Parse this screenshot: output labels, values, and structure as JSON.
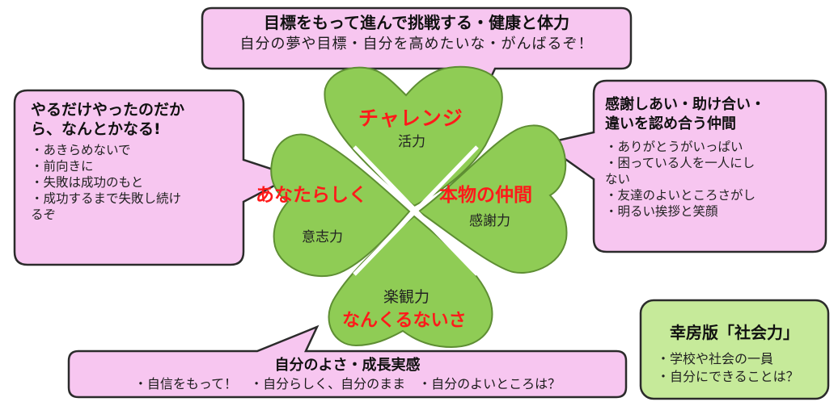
{
  "clover": {
    "top": {
      "keyword": "チャレンジ",
      "power": "活力"
    },
    "right": {
      "keyword": "本物の仲間",
      "power": "感謝力"
    },
    "left": {
      "keyword": "あなたらしく",
      "power": "意志力"
    },
    "bottom": {
      "keyword": "なんくるないさ",
      "power": "楽観力"
    }
  },
  "bubbles": {
    "top": {
      "title": "目標をもって進んで挑戦する・健康と体力",
      "sub": "自分の夢や目標・自分を高めたいな・がんばるぞ！"
    },
    "left": {
      "title_lines": [
        "やるだけやったのだか",
        "ら、なんとかなる!"
      ],
      "items": [
        "・あきらめないで",
        "・前向きに",
        "・失敗は成功のもと",
        "・成功するまで失敗し続け",
        "るぞ"
      ]
    },
    "right": {
      "title_lines": [
        "感謝しあい・助け合い・",
        "違いを認め合う仲間"
      ],
      "items": [
        "・ありがとうがいっぱい",
        "・困っている人を一人にし",
        "ない",
        "・友達のよいところさがし",
        "・明るい挨拶と笑顔"
      ]
    },
    "bottom": {
      "title": "自分のよさ・成長実感",
      "sub": "・自信をもって！　・自分らしく、自分のまま　・自分のよいところは？"
    }
  },
  "green_box": {
    "title": "幸房版「社会力」",
    "items": [
      "・学校や社会の一員",
      "・自分にできることは？"
    ]
  },
  "colors": {
    "leaf": "#8fcc55",
    "leaf_stroke": "#5e8e33",
    "bubble": "#f7c6f0",
    "box": "#c6ea9a",
    "keyword": "#ff1a1a"
  }
}
